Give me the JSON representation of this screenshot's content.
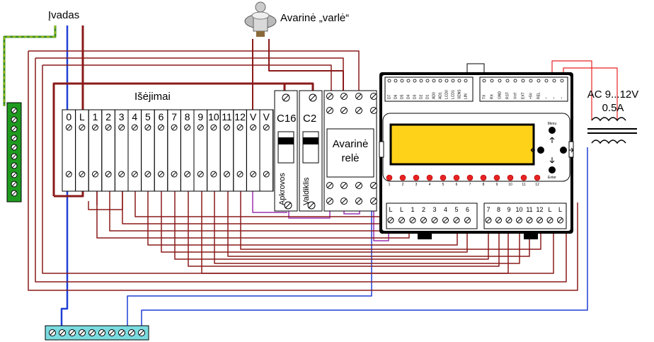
{
  "labels": {
    "input": "Įvadas",
    "alarm_sensor": "Avarinė „varlė“",
    "outputs": "Išėjimai",
    "breaker_main": "C16",
    "breaker_ctrl": "C2",
    "breaker_main_caption": "Apkrovos",
    "breaker_ctrl_caption": "Valdiklis",
    "relay_line1": "Avarinė",
    "relay_line2": "relė",
    "transformer_line1": "AC 9...12V",
    "transformer_line2": "0.5A"
  },
  "terminal_block": {
    "labels": [
      "0",
      "L",
      "1",
      "2",
      "3",
      "4",
      "5",
      "6",
      "7",
      "8",
      "9",
      "10",
      "11",
      "12",
      "V",
      "V"
    ]
  },
  "controller": {
    "top_left_pins": [
      "D7",
      "D6",
      "D5",
      "D4",
      "D3",
      "D2",
      "D1",
      "AD0",
      "AD1",
      "LCD0",
      "LCD1",
      "SENS",
      "LIN"
    ],
    "top_right_pins": [
      "TX",
      "RX",
      "GND",
      "RST",
      "Vref",
      "EXT",
      "+5V",
      "REL",
      "~",
      "~",
      "~"
    ],
    "nav_top": "Menu",
    "nav_bottom": "Enter",
    "button_numbers": [
      "1",
      "2",
      "3",
      "4",
      "5",
      "6",
      "7",
      "8",
      "9",
      "10",
      "11",
      "12"
    ],
    "bottom_left_labels": [
      "L",
      "L",
      "1",
      "2",
      "3",
      "4",
      "5",
      "6"
    ],
    "bottom_right_labels": [
      "7",
      "8",
      "9",
      "10",
      "11",
      "12",
      "L",
      "L"
    ]
  },
  "colors": {
    "phase_wire": "#8b1a1a",
    "neutral_wire": "#1f3fd6",
    "sensor_wire": "#9b30b0",
    "ground_wire": "#3c8c1e",
    "display": "#ffd21a",
    "buttons": "#e62222",
    "neutral_bar": "#7adbe0",
    "ground_bar": "#1e9a1e"
  }
}
